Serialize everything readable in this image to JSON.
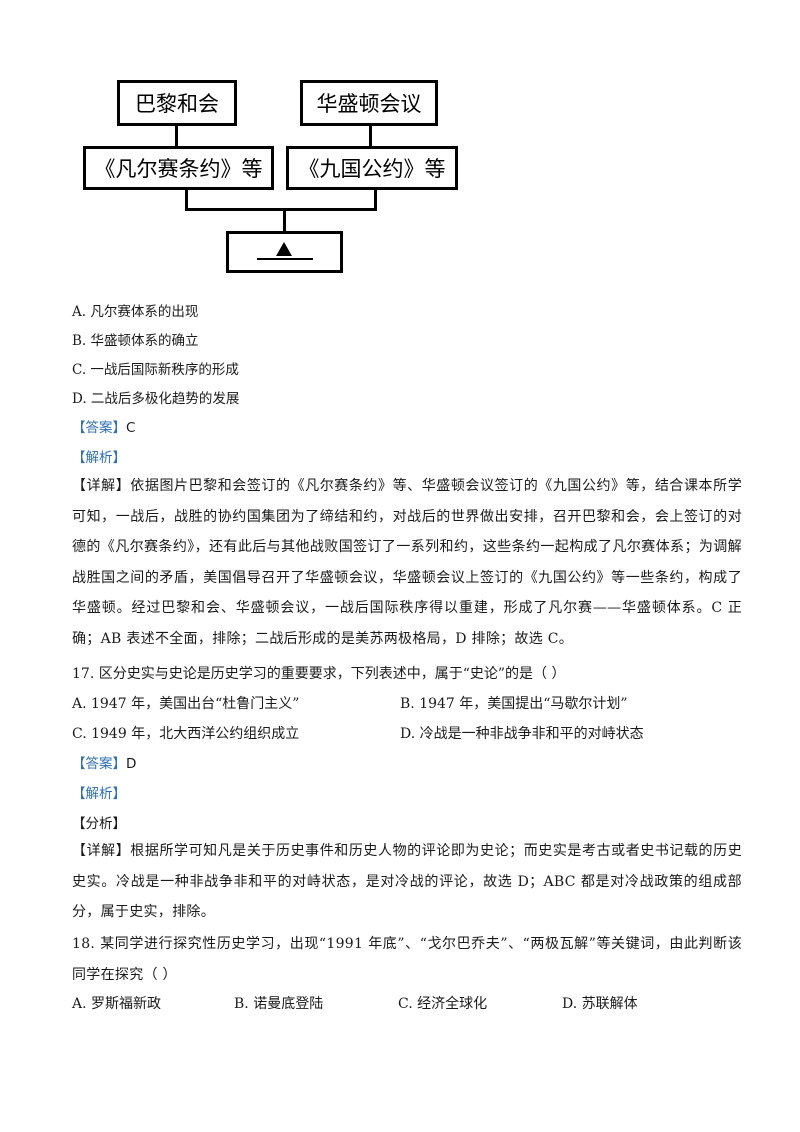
{
  "diagram": {
    "box_paris": "巴黎和会",
    "box_washington": "华盛顿会议",
    "box_versailles": "《凡尔赛条约》等",
    "box_nine_power": "《九国公约》等"
  },
  "q16_options": [
    "A.  凡尔赛体系的出现",
    "B.  华盛顿体系的确立",
    "C.  一战后国际新秩序的形成",
    "D.  二战后多极化趋势的发展"
  ],
  "q16_answer_tag": "【答案】",
  "q16_answer": "C",
  "q16_analysis_tag": "【解析】",
  "q16_detail_tag": "【详解】",
  "q16_detail": "依据图片巴黎和会签订的《凡尔赛条约》等、华盛顿会议签订的《九国公约》等，结合课本所学可知，一战后，战胜的协约国集团为了缔结和约，对战后的世界做出安排，召开巴黎和会，会上签订的对德的《凡尔赛条约》，还有此后与其他战败国签订了一系列和约，这些条约一起构成了凡尔赛体系；为调解战胜国之间的矛盾，美国倡导召开了华盛顿会议，华盛顿会议上签订的《九国公约》等一些条约，构成了华盛顿。经过巴黎和会、华盛顿会议，一战后国际秩序得以重建，形成了凡尔赛——华盛顿体系。C 正确；AB 表述不全面，排除；二战后形成的是美苏两极格局，D 排除；故选 C。",
  "q17_stem": "17. 区分史实与史论是历史学习的重要要求，下列表述中，属于“史论”的是（      ）",
  "q17_options": [
    "A. 1947 年，美国出台“杜鲁门主义”",
    "B. 1947 年，美国提出“马歇尔计划”",
    "C. 1949 年，北大西洋公约组织成立",
    "D. 冷战是一种非战争非和平的对峙状态"
  ],
  "q17_answer_tag": "【答案】",
  "q17_answer": "D",
  "q17_analysis_tag": "【解析】",
  "q17_fenxi_tag": "【分析】",
  "q17_detail_tag": "【详解】",
  "q17_detail": "根据所学可知凡是关于历史事件和历史人物的评论即为史论；而史实是考古或者史书记载的历史史实。冷战是一种非战争非和平的对峙状态，是对冷战的评论，故选 D；ABC 都是对冷战政策的组成部分，属于史实，排除。",
  "q18_stem": "18. 某同学进行探究性历史学习，出现“1991 年底”、“戈尔巴乔夫”、“两极瓦解”等关键词，由此判断该同学在探究（      ）",
  "q18_options": [
    "A.  罗斯福新政",
    "B.  诺曼底登陆",
    "C.  经济全球化",
    "D.  苏联解体"
  ]
}
